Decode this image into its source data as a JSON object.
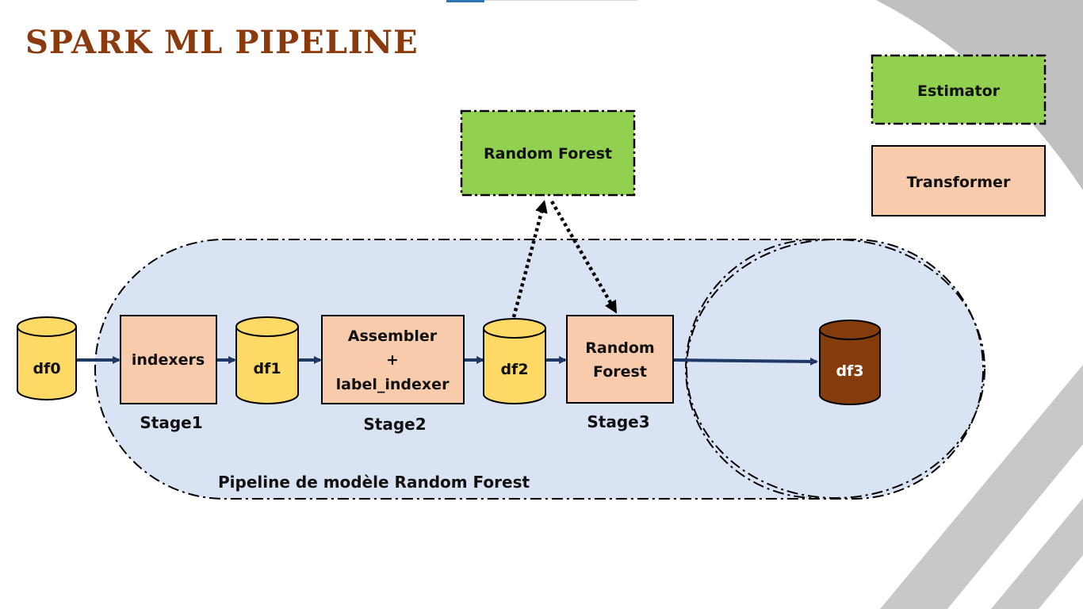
{
  "title": "SPARK ML PIPELINE",
  "legend": {
    "estimator": "Estimator",
    "transformer": "Transformer"
  },
  "estimator_node": {
    "label": "Random Forest"
  },
  "dataframes": {
    "df0": "df0",
    "df1": "df1",
    "df2": "df2",
    "df3": "df3"
  },
  "transformers": {
    "indexers": "indexers",
    "assembler_line1": "Assembler",
    "assembler_line2": "+",
    "assembler_line3": "label_indexer",
    "model_line1": "Random",
    "model_line2": "Forest"
  },
  "stages": {
    "stage1": "Stage1",
    "stage2": "Stage2",
    "stage3": "Stage3"
  },
  "pipeline_caption": "Pipeline de modèle Random Forest",
  "colors": {
    "title": "#8B3A0E",
    "estimator_fill": "#92D050",
    "transformer_fill": "#F8CBAD",
    "dataframe_fill": "#FFD966",
    "output_fill": "#843C0C",
    "pipeline_fill": "#DAE3F3",
    "arrow": "#1F3864",
    "decoration": "#C0C0C0"
  }
}
